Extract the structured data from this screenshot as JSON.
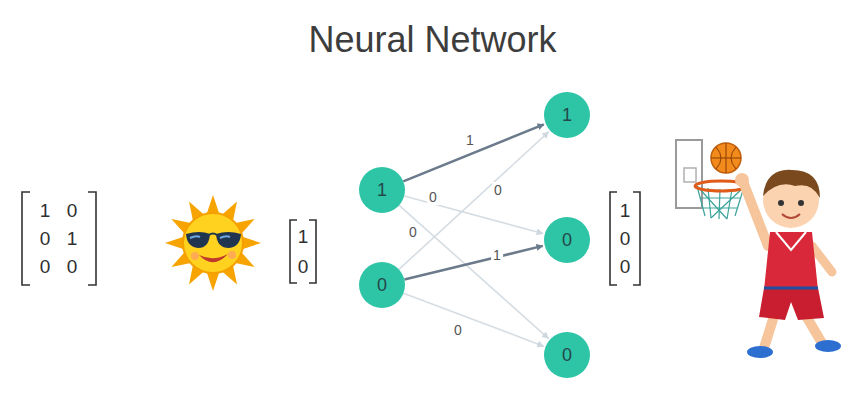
{
  "diagram": {
    "title": "Neural Network",
    "nodes": [
      {
        "text": [
          "1"
        ]
      },
      {
        "text": [
          "0"
        ]
      },
      {
        "text": [
          "1"
        ]
      },
      {
        "text": [
          "0"
        ]
      },
      {
        "text": [
          "0"
        ]
      }
    ],
    "edges": [
      {
        "from": 0,
        "to": 2,
        "label": "1",
        "arrow": "to"
      },
      {
        "from": 0,
        "to": 3,
        "label": "0",
        "arrow": "to"
      },
      {
        "from": 0,
        "to": 4,
        "label": "0",
        "arrow": "to"
      },
      {
        "from": 1,
        "to": 2,
        "label": "0",
        "arrow": "to"
      },
      {
        "from": 1,
        "to": 3,
        "label": "1",
        "arrow": "to"
      },
      {
        "from": 1,
        "to": 4,
        "label": "0",
        "arrow": "to"
      }
    ],
    "labels": [
      "1",
      "0",
      "0",
      "1",
      "0",
      "0",
      "1",
      "0",
      "1",
      "0",
      "0"
    ]
  }
}
